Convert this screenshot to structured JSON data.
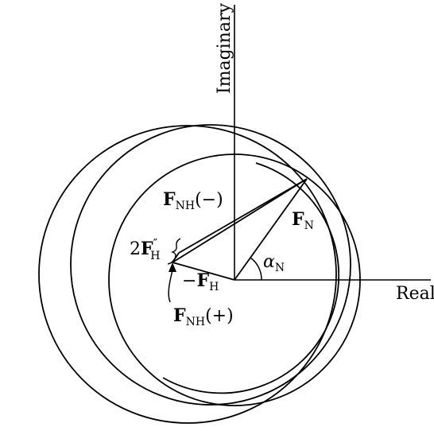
{
  "axes": {
    "imaginary_label": "Imaginary",
    "real_label": "Real"
  },
  "vectors": {
    "fn": {
      "main": "F",
      "sub": "N"
    },
    "fnh_minus": {
      "main": "F",
      "sub": "NH",
      "suffix": "(−)"
    },
    "fnh_plus": {
      "main": "F",
      "sub": "NH",
      "suffix": "(+)"
    },
    "minus_fh": {
      "prefix": "−",
      "main": "F",
      "sub": "H"
    },
    "two_fh_double_prime": {
      "prefix": "2",
      "main": "F",
      "sub": "H",
      "sup": "″"
    }
  },
  "angle": {
    "symbol": "α",
    "sub": "N"
  },
  "colors": {
    "line": "#000000",
    "background": "#ffffff"
  }
}
